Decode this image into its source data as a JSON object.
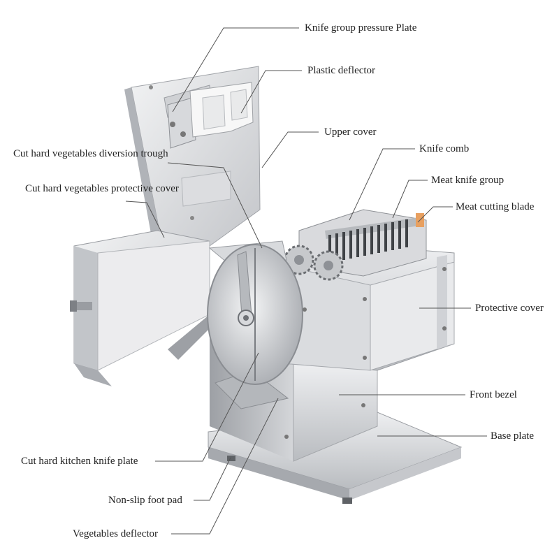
{
  "labels": {
    "knife_group_pressure_plate": "Knife group pressure Plate",
    "plastic_deflector": "Plastic deflector",
    "upper_cover": "Upper cover",
    "knife_comb": "Knife comb",
    "diversion_trough": "Cut hard vegetables diversion trough",
    "meat_knife_group": "Meat knife group",
    "hard_veg_protective_cover": "Cut hard vegetables protective cover",
    "meat_cutting_blade": "Meat cutting blade",
    "protective_cover": "Protective cover",
    "front_bezel": "Front bezel",
    "base_plate": "Base plate",
    "kitchen_knife_plate": "Cut hard kitchen knife plate",
    "non_slip_foot_pad": "Non-slip foot pad",
    "vegetables_deflector": "Vegetables deflector"
  },
  "colors": {
    "steel_light": "#e6e7e9",
    "steel_mid": "#c9cbce",
    "steel_dark": "#8e9196",
    "leader_line": "#555555",
    "text": "#222222"
  }
}
